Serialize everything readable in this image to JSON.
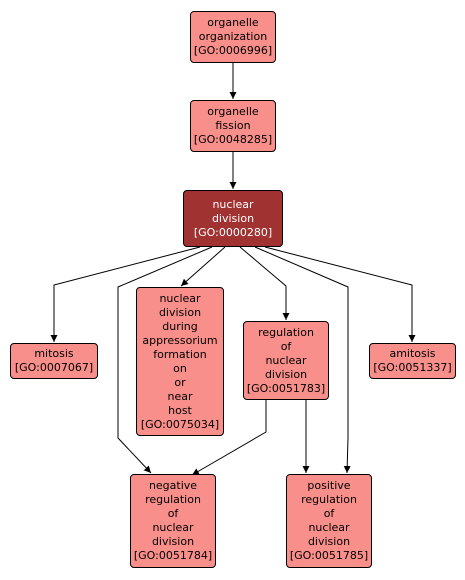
{
  "colors": {
    "node_fill": "#f98f8a",
    "focus_fill": "#a03232",
    "focus_text": "#ffffff",
    "edge": "#000000"
  },
  "nodes": {
    "organelle_organization": {
      "lines": [
        "organelle",
        "organization"
      ],
      "id": "[GO:0006996]"
    },
    "organelle_fission": {
      "lines": [
        "organelle",
        "fission"
      ],
      "id": "[GO:0048285]"
    },
    "nuclear_division": {
      "lines": [
        "nuclear",
        "division"
      ],
      "id": "[GO:0000280]"
    },
    "mitosis": {
      "lines": [
        "mitosis"
      ],
      "id": "[GO:0007067]"
    },
    "nuclear_division_appressorium": {
      "lines": [
        "nuclear",
        "division",
        "during",
        "appressorium",
        "formation",
        "on",
        "or",
        "near",
        "host"
      ],
      "id": "[GO:0075034]"
    },
    "regulation_nuclear_division": {
      "lines": [
        "regulation",
        "of",
        "nuclear",
        "division"
      ],
      "id": "[GO:0051783]"
    },
    "amitosis": {
      "lines": [
        "amitosis"
      ],
      "id": "[GO:0051337]"
    },
    "negative_regulation": {
      "lines": [
        "negative",
        "regulation",
        "of",
        "nuclear",
        "division"
      ],
      "id": "[GO:0051784]"
    },
    "positive_regulation": {
      "lines": [
        "positive",
        "regulation",
        "of",
        "nuclear",
        "division"
      ],
      "id": "[GO:0051785]"
    }
  }
}
